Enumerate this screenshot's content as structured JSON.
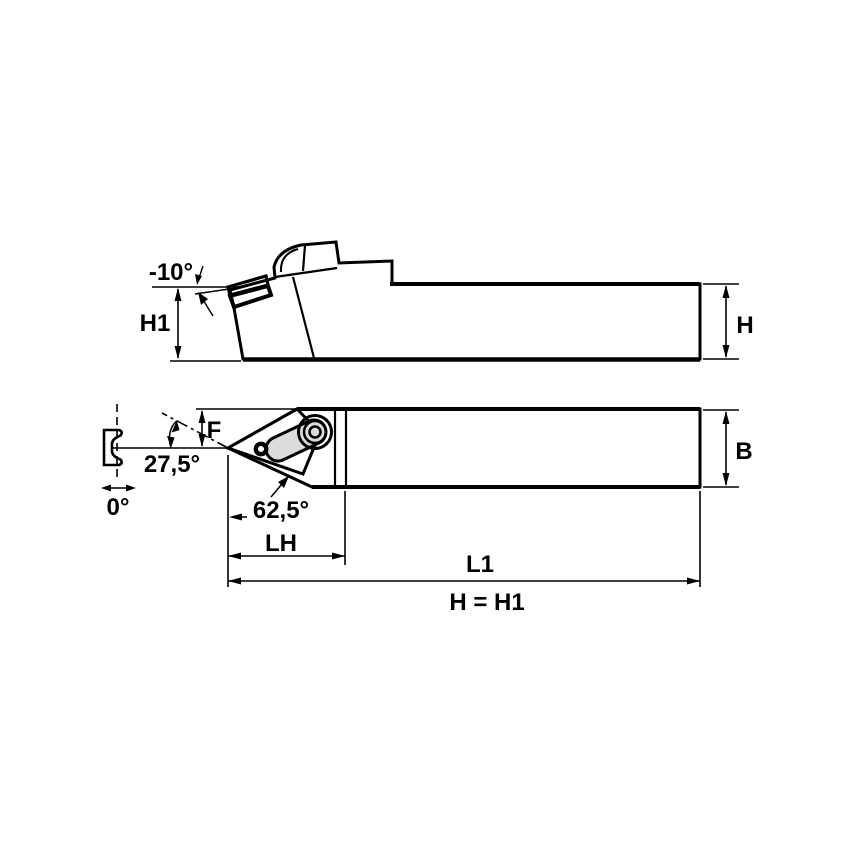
{
  "drawing": {
    "kind": "tool-holder-dimension-drawing",
    "labels": {
      "rake_angle": "-10°",
      "head_height": "H1",
      "shank_height": "H",
      "tip_offset": "F",
      "lead_angle": "27,5°",
      "inclination_angle": "0°",
      "insert_included_angle": "62,5°",
      "shank_width": "B",
      "head_length": "LH",
      "overall_length": "L1",
      "height_note": "H = H1"
    },
    "colors": {
      "line": "#000000",
      "body_fill": "#d6d6d6",
      "insert_side_fill": "#ffffff",
      "shim_fill": "#c9c9c9",
      "insert_plan_fill": "#d9d9d9",
      "lever_fill": "#dcdcdc",
      "symbol_fill": "#ffffff",
      "background": "#ffffff"
    }
  }
}
